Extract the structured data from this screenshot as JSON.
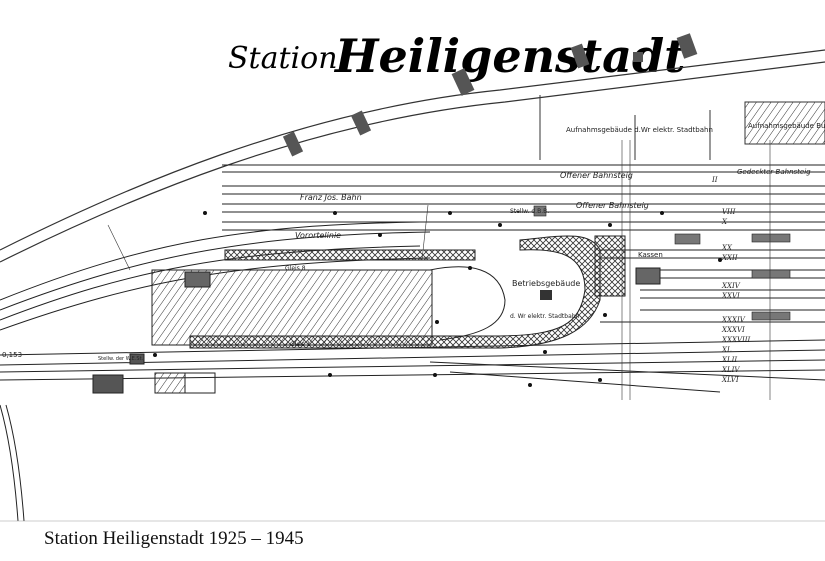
{
  "map": {
    "title_prefix": "Station",
    "title_main": "Heiligenstadt",
    "caption": "Station Heiligenstadt 1925 – 1945",
    "labels": {
      "aufnahme_stadtbahn": "Aufnahmsgebäude d.Wr elektr. Stadtbahn",
      "aufnahme_bundesbahn": "Aufnahmsgebäude Bundesb.",
      "offener_bahnsteig_1": "Offener Bahnsteig",
      "offener_bahnsteig_2": "Offener Bahnsteig",
      "gedeckter_bahnsteig": "Gedeckter Bahnsteig",
      "franz_jos_bahn": "Franz Jos. Bahn",
      "vorortelinie": "Vorortelinie",
      "betriebsgebaeude": "Betriebsgebäude",
      "betriebsgebaeude_sub": "d. Wr elektr. Stadtbahn",
      "gleis_8": "Gleis 8",
      "gleis_1": "Gleis 1",
      "kassen": "Kassen",
      "stellw_1": "Stellw. d.B.B.",
      "stellw_2": "Stellw. der W.E.St.",
      "km": "0,153"
    },
    "track_numbers": [
      "II",
      "VIII",
      "X",
      "XX",
      "XXII",
      "XXIV",
      "XXVI",
      "XXXIV",
      "XXXVI",
      "XXXVIII",
      "XL",
      "XLII",
      "XLIV",
      "XLVI"
    ]
  }
}
